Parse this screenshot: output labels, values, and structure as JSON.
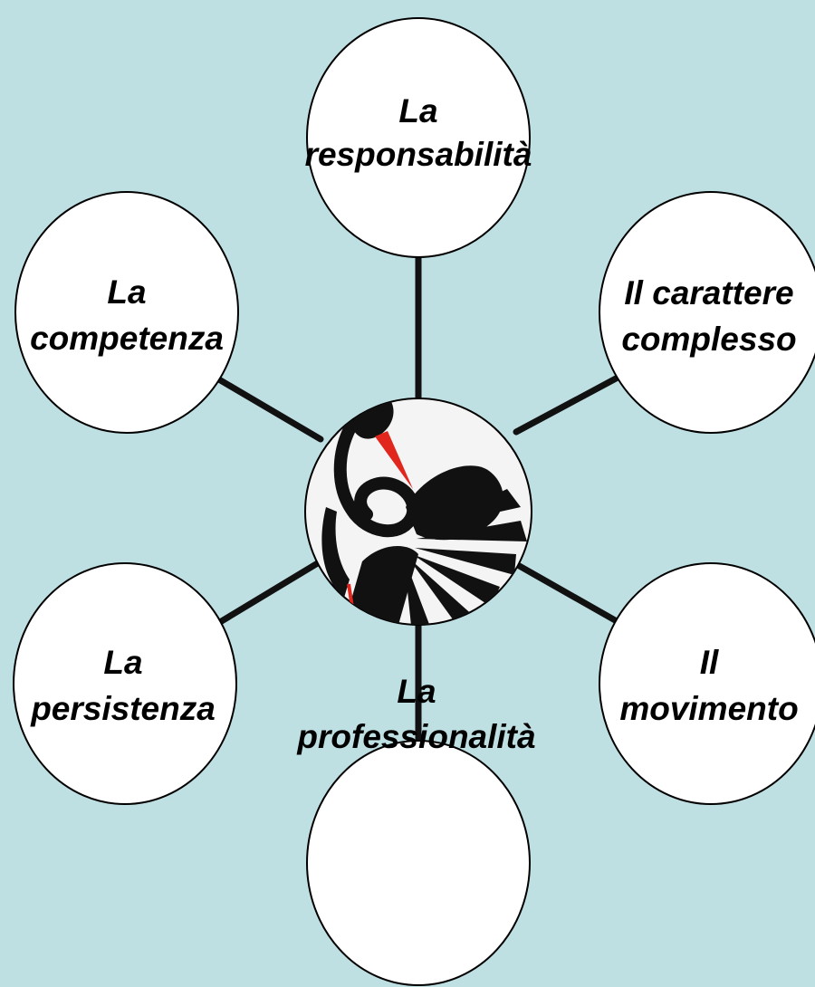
{
  "colors": {
    "background": "#bfe0e3",
    "bubble_fill": "#ffffff",
    "outline": "#000000",
    "connector": "#111111",
    "beak": "#e0261d"
  },
  "center_icon": "stork-drawing",
  "nodes": {
    "top": {
      "line1": "La",
      "line2": "responsabilità"
    },
    "upper_right": {
      "line1": "Il carattere",
      "line2": "complesso"
    },
    "lower_right": {
      "line1": "Il",
      "line2": "movimento"
    },
    "bottom": {
      "line1": "La",
      "line2": "professionalità"
    },
    "lower_left": {
      "line1": "La",
      "line2": "persistenza"
    },
    "upper_left": {
      "line1": "La",
      "line2": "competenza"
    }
  }
}
